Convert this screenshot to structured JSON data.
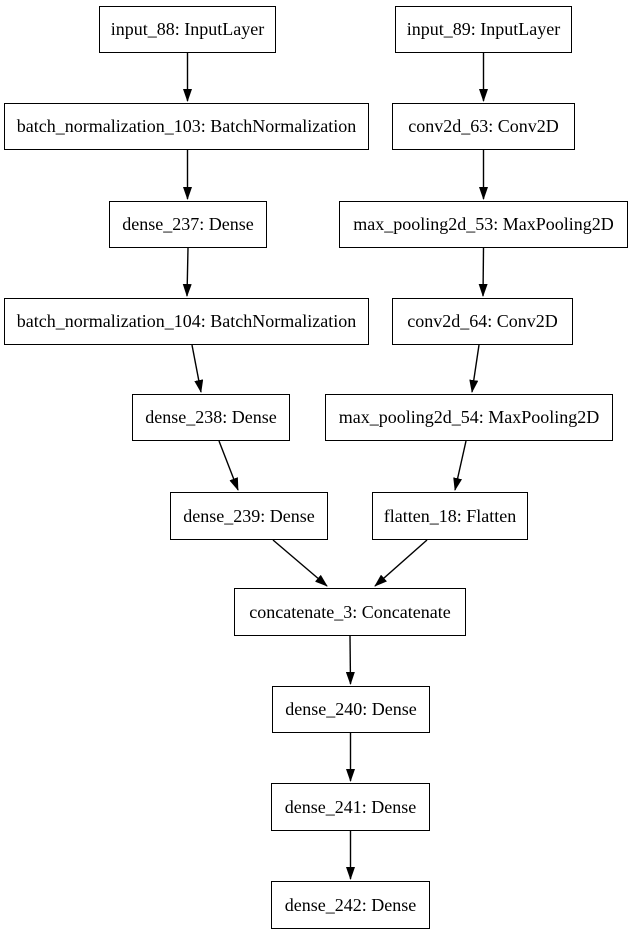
{
  "diagram": {
    "kind": "keras-model-graph",
    "background_color": "#ffffff",
    "node_fill_color": "#ffffff",
    "node_border_color": "#000000",
    "edge_color": "#000000",
    "text_color": "#000000",
    "nodes": [
      {
        "id": "input_88",
        "label": "input_88: InputLayer"
      },
      {
        "id": "input_89",
        "label": "input_89: InputLayer"
      },
      {
        "id": "batch_normalization_103",
        "label": "batch_normalization_103: BatchNormalization"
      },
      {
        "id": "conv2d_63",
        "label": "conv2d_63: Conv2D"
      },
      {
        "id": "dense_237",
        "label": "dense_237: Dense"
      },
      {
        "id": "max_pooling2d_53",
        "label": "max_pooling2d_53: MaxPooling2D"
      },
      {
        "id": "batch_normalization_104",
        "label": "batch_normalization_104: BatchNormalization"
      },
      {
        "id": "conv2d_64",
        "label": "conv2d_64: Conv2D"
      },
      {
        "id": "dense_238",
        "label": "dense_238: Dense"
      },
      {
        "id": "max_pooling2d_54",
        "label": "max_pooling2d_54: MaxPooling2D"
      },
      {
        "id": "dense_239",
        "label": "dense_239: Dense"
      },
      {
        "id": "flatten_18",
        "label": "flatten_18: Flatten"
      },
      {
        "id": "concatenate_3",
        "label": "concatenate_3: Concatenate"
      },
      {
        "id": "dense_240",
        "label": "dense_240: Dense"
      },
      {
        "id": "dense_241",
        "label": "dense_241: Dense"
      },
      {
        "id": "dense_242",
        "label": "dense_242: Dense"
      }
    ],
    "edges": [
      {
        "from": "input_88",
        "to": "batch_normalization_103"
      },
      {
        "from": "batch_normalization_103",
        "to": "dense_237"
      },
      {
        "from": "dense_237",
        "to": "batch_normalization_104"
      },
      {
        "from": "batch_normalization_104",
        "to": "dense_238"
      },
      {
        "from": "dense_238",
        "to": "dense_239"
      },
      {
        "from": "dense_239",
        "to": "concatenate_3"
      },
      {
        "from": "input_89",
        "to": "conv2d_63"
      },
      {
        "from": "conv2d_63",
        "to": "max_pooling2d_53"
      },
      {
        "from": "max_pooling2d_53",
        "to": "conv2d_64"
      },
      {
        "from": "conv2d_64",
        "to": "max_pooling2d_54"
      },
      {
        "from": "max_pooling2d_54",
        "to": "flatten_18"
      },
      {
        "from": "flatten_18",
        "to": "concatenate_3"
      },
      {
        "from": "concatenate_3",
        "to": "dense_240"
      },
      {
        "from": "dense_240",
        "to": "dense_241"
      },
      {
        "from": "dense_241",
        "to": "dense_242"
      }
    ]
  }
}
